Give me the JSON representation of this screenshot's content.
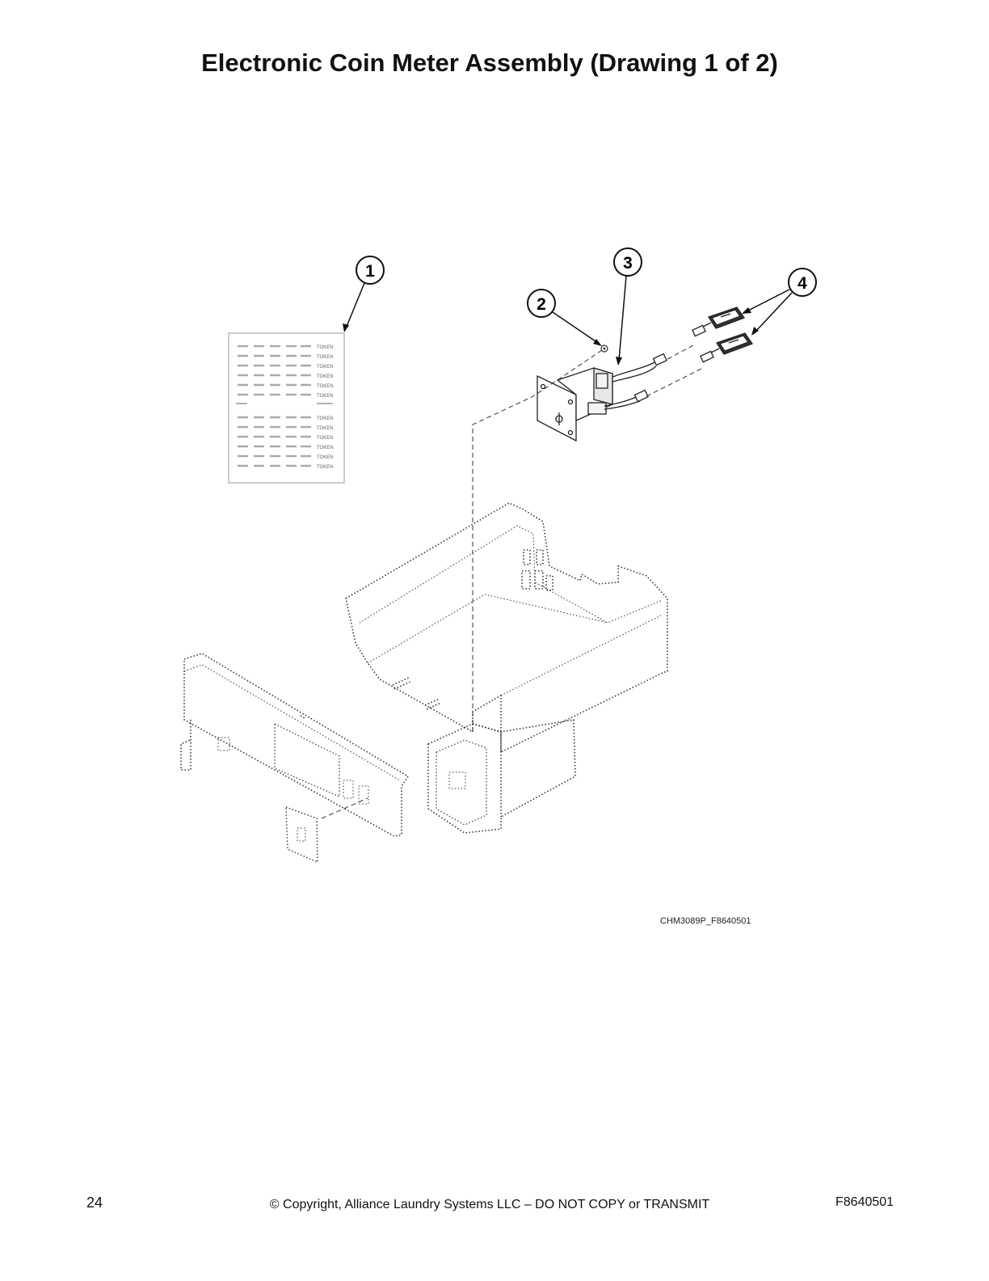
{
  "page": {
    "title": "Electronic Coin Meter Assembly (Drawing 1 of 2)",
    "drawing_code": "CHM3089P_F8640501",
    "page_number": "24",
    "copyright": "© Copyright, Alliance Laundry Systems LLC – DO NOT COPY or TRANSMIT",
    "doc_code": "F8640501"
  },
  "callouts": [
    {
      "label": "1"
    },
    {
      "label": "2"
    },
    {
      "label": "3"
    },
    {
      "label": "4"
    }
  ],
  "label_sheet": {
    "token_text": "TOKEN"
  },
  "colors": {
    "ink": "#111111",
    "line": "#333333",
    "light_line": "#999999"
  }
}
